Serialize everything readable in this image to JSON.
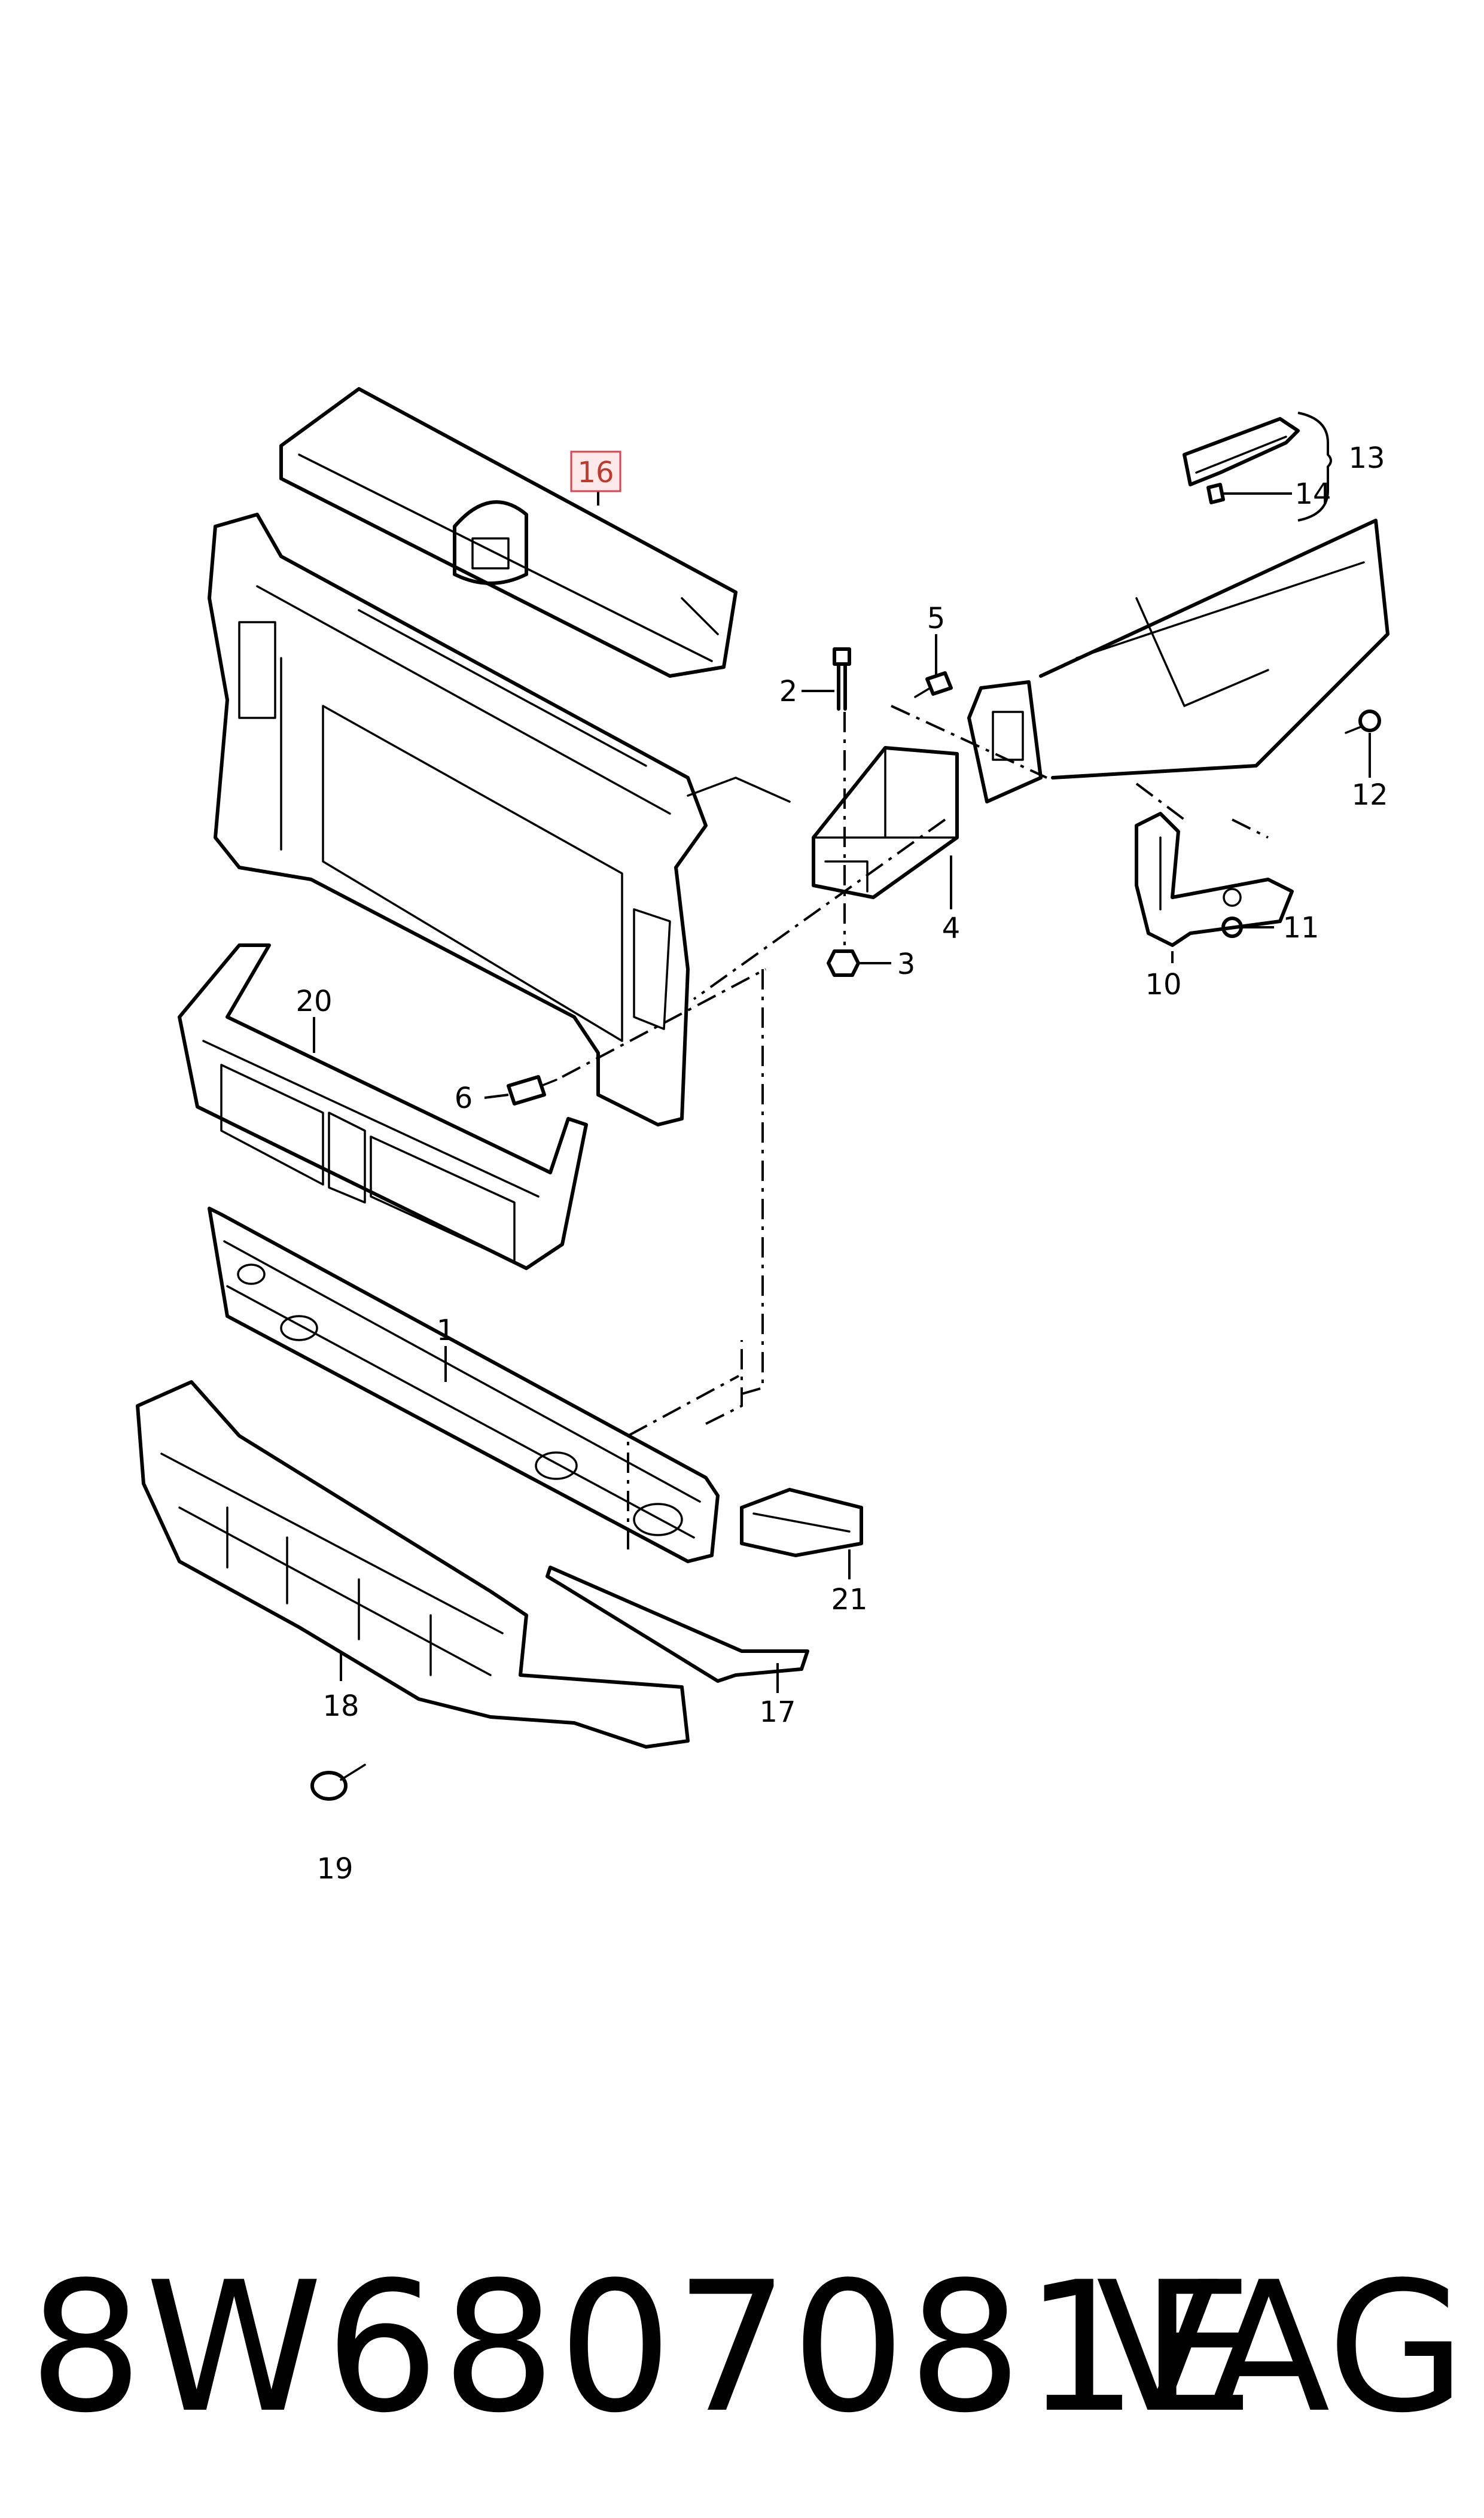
{
  "callouts": {
    "c1": "1",
    "c2": "2",
    "c3": "3",
    "c4": "4",
    "c5": "5",
    "c6": "6",
    "c10": "10",
    "c11": "11",
    "c12": "12",
    "c13": "13",
    "c14": "14",
    "c16": "16",
    "c17": "17",
    "c18": "18",
    "c19": "19",
    "c20": "20",
    "c21": "21"
  },
  "highlighted_callout": "16",
  "highlight_color": "#d9424f",
  "footer": {
    "part_number": "8W6807081E",
    "brand": "VAG"
  }
}
